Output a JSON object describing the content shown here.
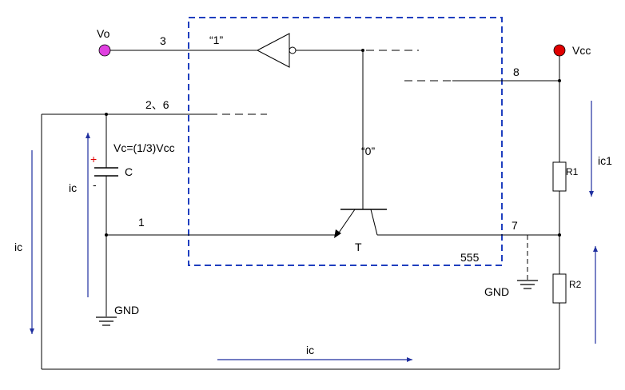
{
  "labels": {
    "vo": "Vo",
    "vcc": "Vcc",
    "pin3": "3",
    "out_state": "“1”",
    "pin8": "8",
    "pin2_6": "2、6",
    "vc": "Vc=(1/3)Vcc",
    "cap_plus": "+",
    "cap_minus": "-",
    "cap": "C",
    "ic_left_inner": "ic",
    "ic_left_outer": "ic",
    "ic_bottom": "ic",
    "ic1": "ic1",
    "base_state": "“0”",
    "pin1": "1",
    "pin7": "7",
    "transistor": "T",
    "chip": "555",
    "gnd_left": "GND",
    "gnd_right": "GND",
    "r1": "R1",
    "r2": "R2"
  },
  "colors": {
    "wire": "#000000",
    "chip_border": "#1f3fbf",
    "arrow": "#1f2f9f",
    "vo_terminal": "#e040e0",
    "vcc_terminal": "#e00000",
    "plus_sign": "#e00000"
  }
}
